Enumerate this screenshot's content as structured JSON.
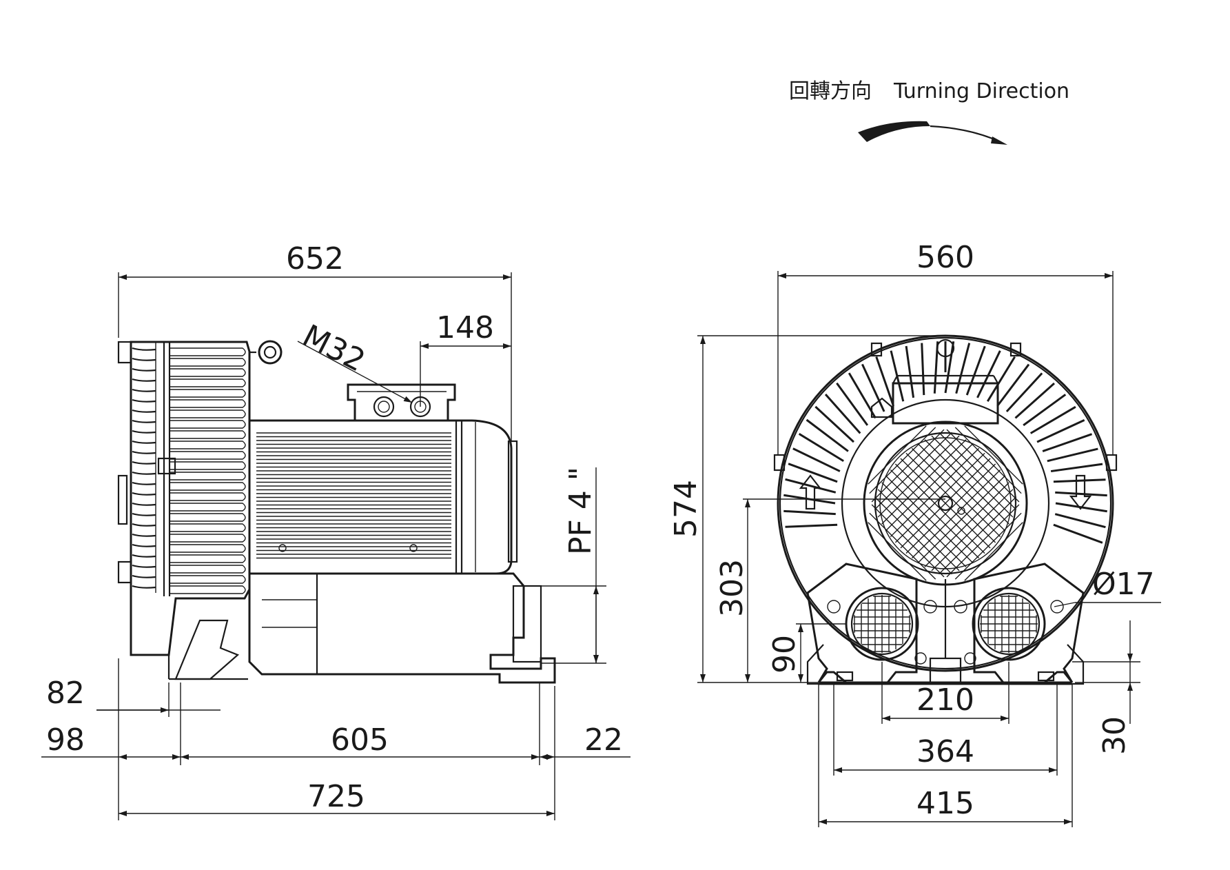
{
  "title": {
    "chinese": "回轉方向",
    "english": "Turning Direction"
  },
  "side_view": {
    "overall_length_top": "652",
    "terminal_box_offset": "148",
    "cable_gland": "M32",
    "port_thread": "PF 4 \"",
    "foot_left_82": "82",
    "foot_left_98": "98",
    "foot_span": "605",
    "foot_right": "22",
    "overall_length_bottom": "725"
  },
  "front_view": {
    "overall_width": "560",
    "overall_height": "574",
    "shaft_height": "303",
    "port_height": "90",
    "mount_hole": "Ø17",
    "port_spacing": "210",
    "foot_inner": "364",
    "foot_outer": "415",
    "foot_height": "30"
  },
  "colors": {
    "line": "#1a1a1a",
    "background": "#ffffff"
  }
}
